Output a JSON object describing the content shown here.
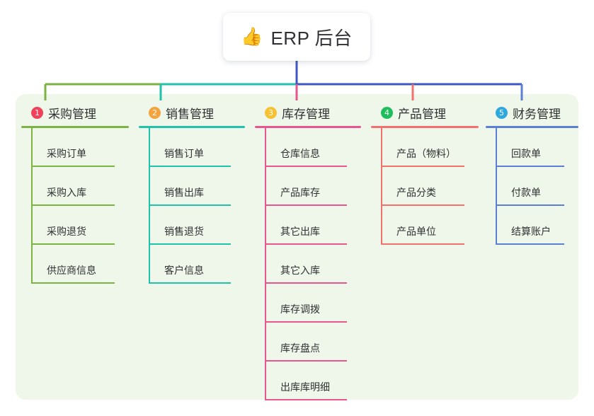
{
  "root": {
    "icon": "thumbs-up-icon",
    "emoji": "👍",
    "title": "ERP 后台"
  },
  "palette": {
    "panel_bg": "#eff7ea",
    "page_bg": "#ffffff",
    "text": "#303133",
    "green": "#7cb342",
    "teal": "#1fc2ab",
    "pink": "#e8568f",
    "salmon": "#f2706e",
    "blue": "#5b7fd4",
    "stem_blue": "#4055c4",
    "badge1": "#f0435b",
    "badge2": "#f5a33c",
    "badge3": "#f6c231",
    "badge4": "#1ebe5d",
    "badge5": "#2fa8e0"
  },
  "columns": [
    {
      "index": "1",
      "title": "采购管理",
      "badge_color": "#f0435b",
      "line_color": "#7cb342",
      "items": [
        "采购订单",
        "采购入库",
        "采购退货",
        "供应商信息"
      ]
    },
    {
      "index": "2",
      "title": "销售管理",
      "badge_color": "#f5a33c",
      "line_color": "#1fc2ab",
      "items": [
        "销售订单",
        "销售出库",
        "销售退货",
        "客户信息"
      ]
    },
    {
      "index": "3",
      "title": "库存管理",
      "badge_color": "#f6c231",
      "line_color": "#e8568f",
      "items": [
        "仓库信息",
        "产品库存",
        "其它出库",
        "其它入库",
        "库存调拨",
        "库存盘点",
        "出库库明细"
      ]
    },
    {
      "index": "4",
      "title": "产品管理",
      "badge_color": "#1ebe5d",
      "line_color": "#f2706e",
      "items": [
        "产品（物料）",
        "产品分类",
        "产品单位"
      ]
    },
    {
      "index": "5",
      "title": "财务管理",
      "badge_color": "#2fa8e0",
      "line_color": "#5b7fd4",
      "items": [
        "回款单",
        "付款单",
        "结算账户"
      ]
    }
  ]
}
